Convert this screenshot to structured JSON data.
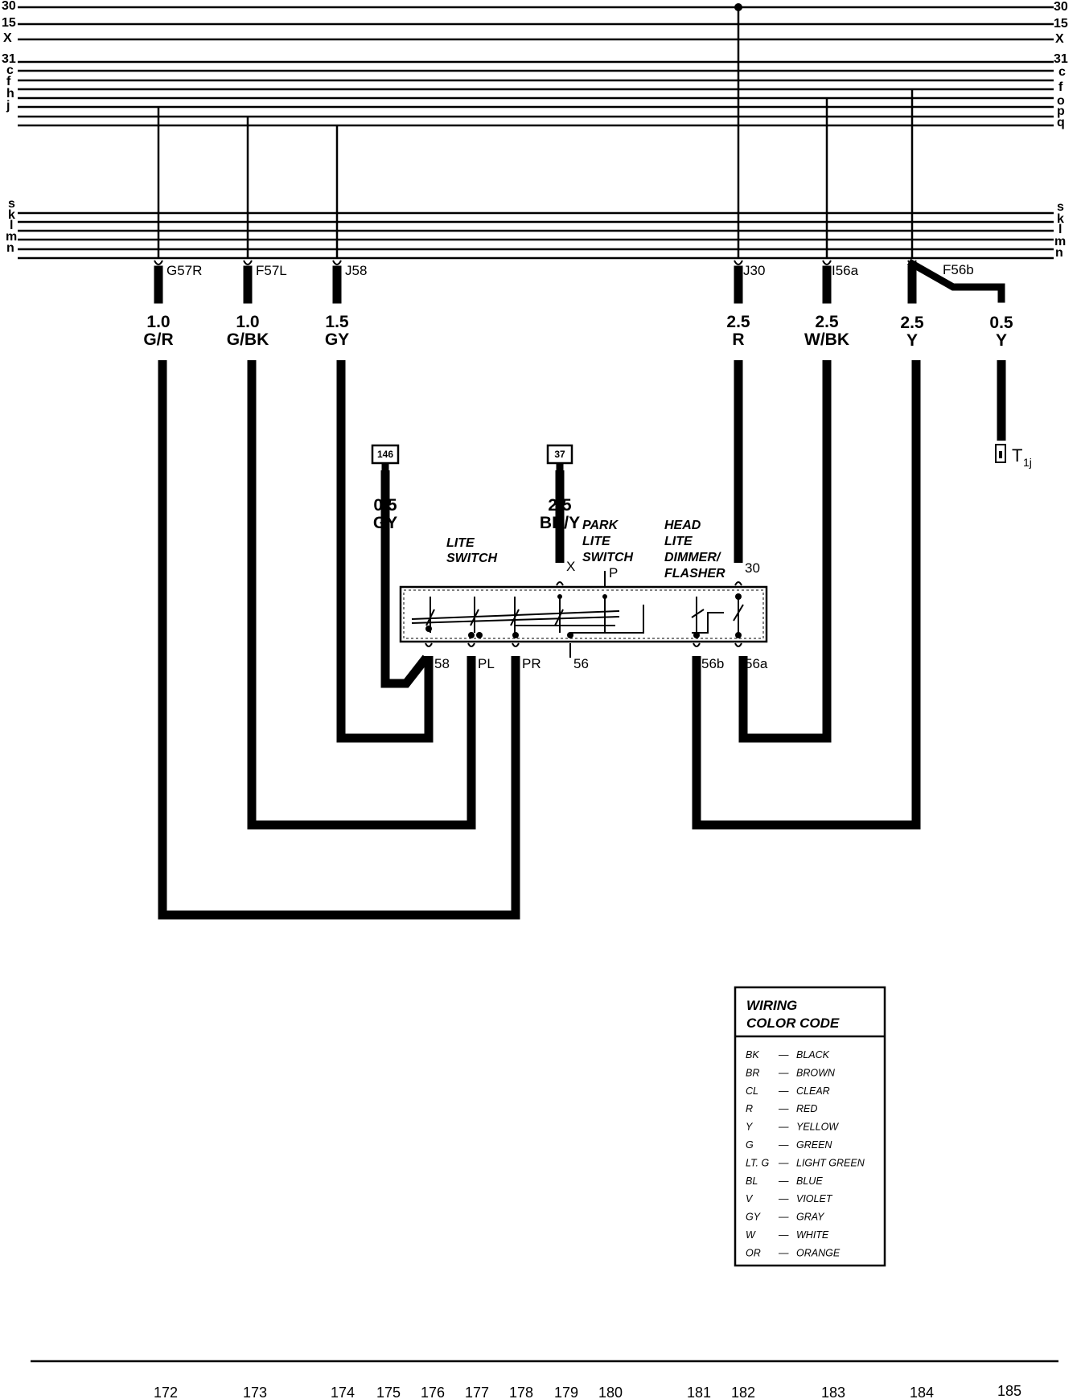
{
  "bus": {
    "top_lines": [
      "30",
      "15",
      "X",
      "31",
      "c",
      "f",
      "h",
      "j"
    ],
    "top_lines_right": [
      "30",
      "15",
      "X",
      "31",
      "c",
      "f",
      "o",
      "p",
      "q"
    ],
    "bottom_lines": [
      "s",
      "k",
      "l",
      "m",
      "n"
    ]
  },
  "terminals": {
    "g57r": "G57R",
    "f57l": "F57L",
    "j58": "J58",
    "j30": "J30",
    "i56a": "I56a",
    "f56b": "F56b"
  },
  "wires": [
    {
      "size": "1.0",
      "color": "G/R"
    },
    {
      "size": "1.0",
      "color": "G/BK"
    },
    {
      "size": "1.5",
      "color": "GY"
    },
    {
      "size": "2.5",
      "color": "R"
    },
    {
      "size": "2.5",
      "color": "W/BK"
    },
    {
      "size": "2.5",
      "color": "Y"
    },
    {
      "size": "0.5",
      "color": "Y"
    },
    {
      "size": "0.5",
      "color": "GY"
    },
    {
      "size": "2.5",
      "color": "BK/Y"
    }
  ],
  "refs": {
    "ref_146": "146",
    "ref_37": "37"
  },
  "connector": {
    "label": "T",
    "sub": "1j"
  },
  "components": {
    "lite_switch": [
      "LITE",
      "SWITCH"
    ],
    "park_lite_switch": [
      "PARK",
      "LITE",
      "SWITCH"
    ],
    "head_lite_dimmer": [
      "HEAD",
      "LITE",
      "DIMMER/",
      "FLASHER"
    ]
  },
  "switch_terminals": {
    "x": "X",
    "p": "P",
    "t30": "30",
    "t58": "58",
    "pl": "PL",
    "pr": "PR",
    "t56": "56",
    "t56b": "56b",
    "t56a": "56a"
  },
  "legend": {
    "title": [
      "WIRING",
      "COLOR CODE"
    ],
    "rows": [
      {
        "code": "BK",
        "name": "BLACK"
      },
      {
        "code": "BR",
        "name": "BROWN"
      },
      {
        "code": "CL",
        "name": "CLEAR"
      },
      {
        "code": "R",
        "name": "RED"
      },
      {
        "code": "Y",
        "name": "YELLOW"
      },
      {
        "code": "G",
        "name": "GREEN"
      },
      {
        "code": "LT. G",
        "name": "LIGHT GREEN"
      },
      {
        "code": "BL",
        "name": "BLUE"
      },
      {
        "code": "V",
        "name": "VIOLET"
      },
      {
        "code": "GY",
        "name": "GRAY"
      },
      {
        "code": "W",
        "name": "WHITE"
      },
      {
        "code": "OR",
        "name": "ORANGE"
      }
    ]
  },
  "footer_numbers": [
    "172",
    "173",
    "174",
    "175",
    "176",
    "177",
    "178",
    "179",
    "180",
    "181",
    "182",
    "183",
    "184",
    "185"
  ]
}
